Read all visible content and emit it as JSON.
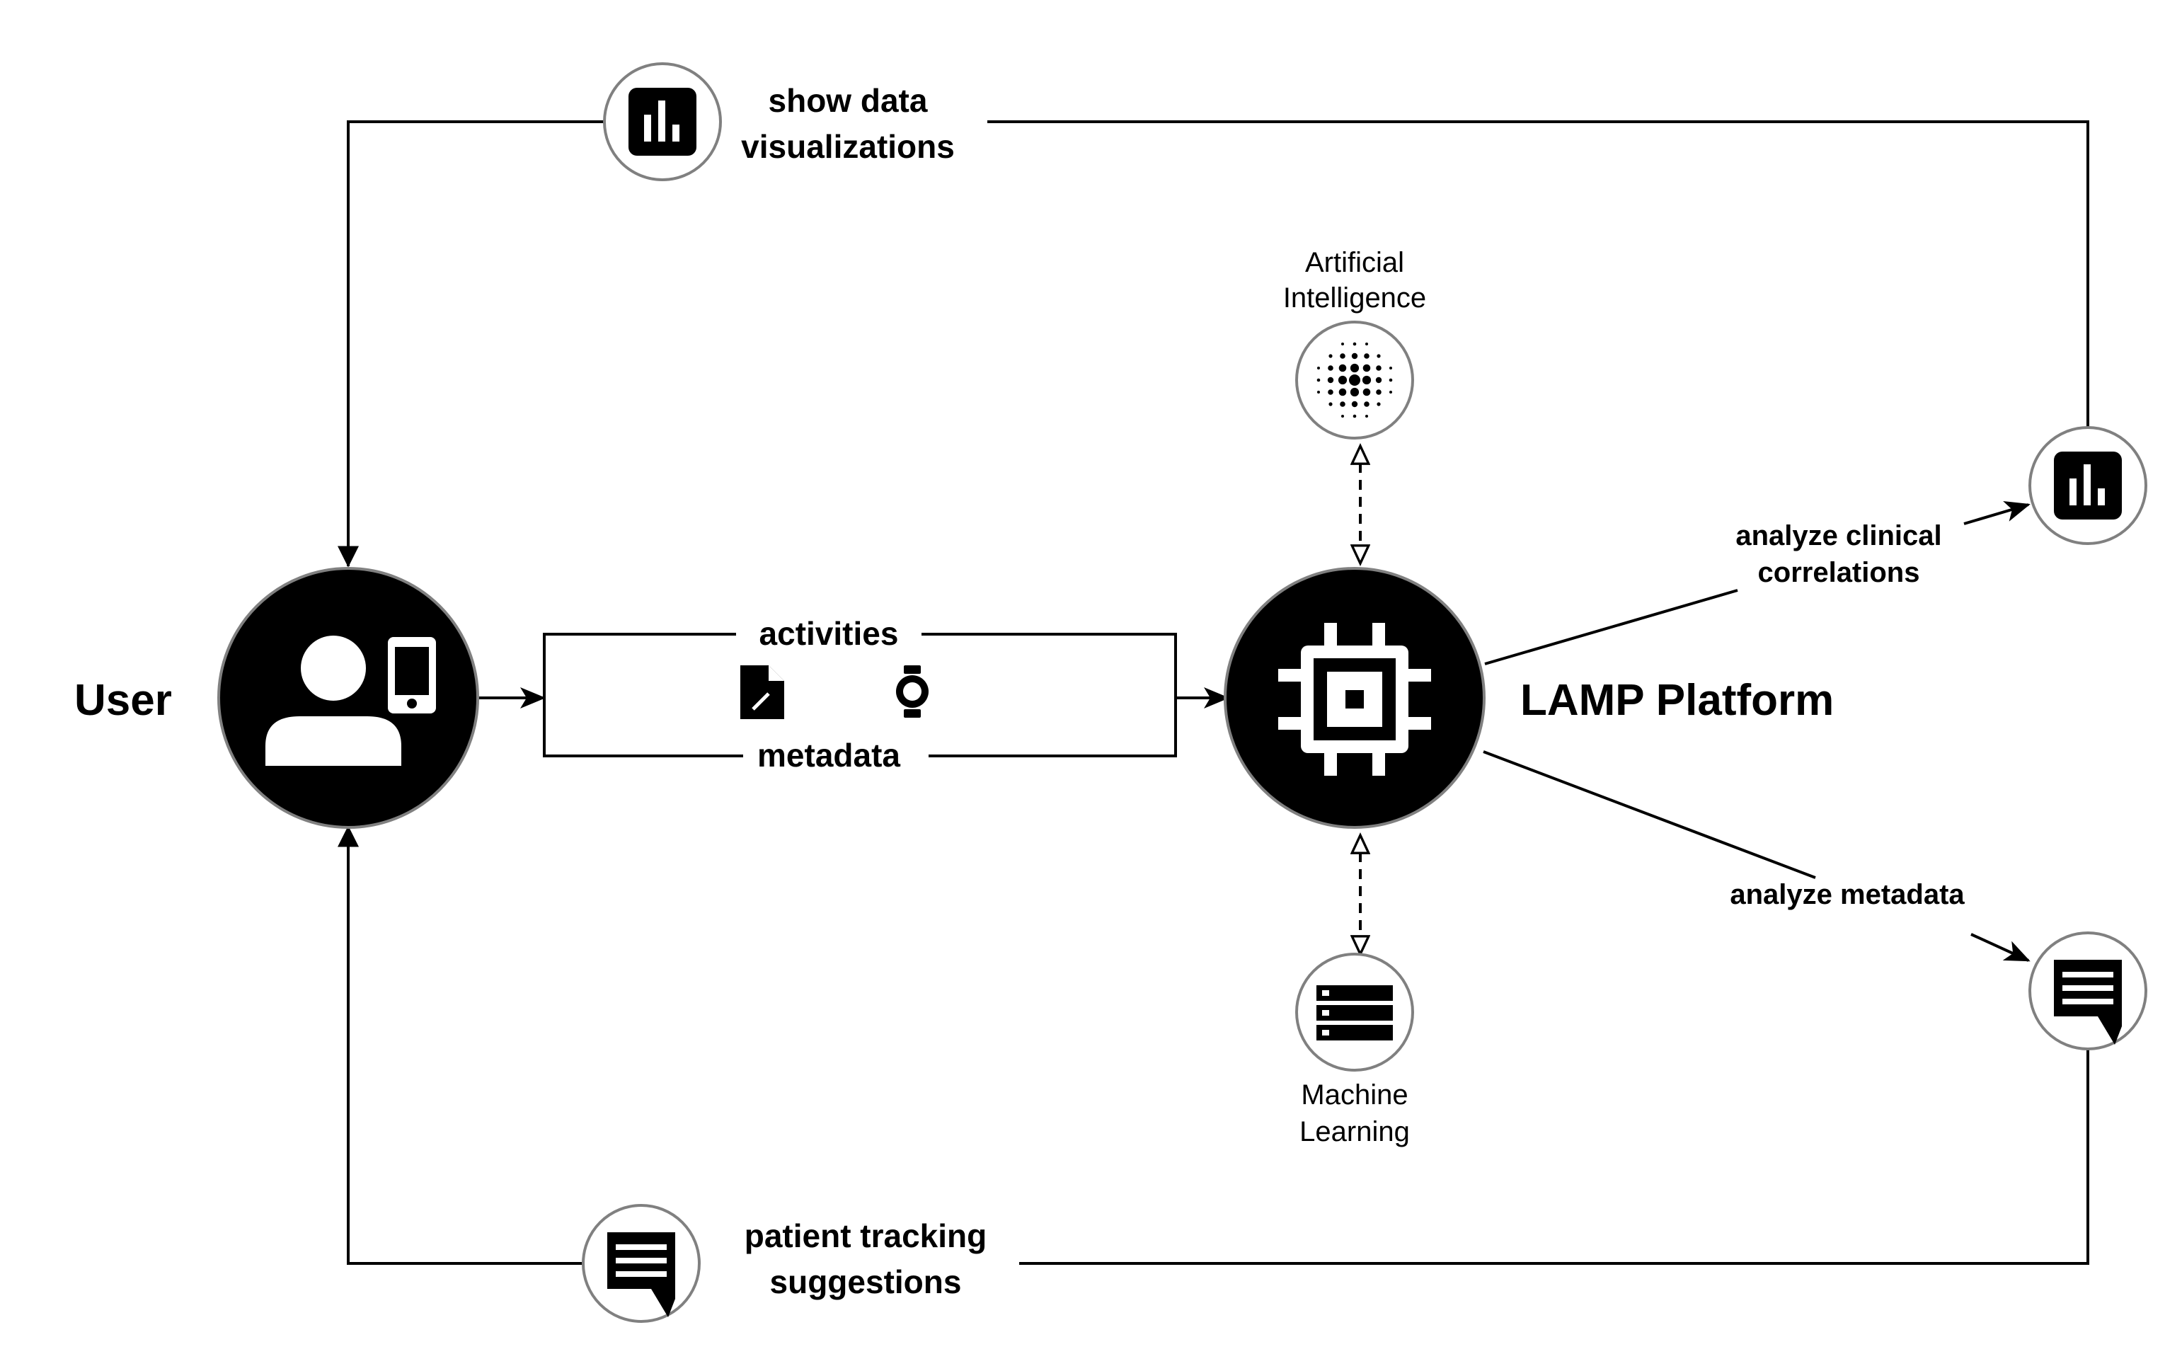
{
  "nodes": {
    "user": {
      "label": "User"
    },
    "platform": {
      "label": "LAMP Platform"
    },
    "ai": {
      "label_line1": "Artificial",
      "label_line2": "Intelligence"
    },
    "ml": {
      "label_line1": "Machine",
      "label_line2": "Learning"
    }
  },
  "edges": {
    "top": {
      "label_line1": "show data",
      "label_line2": "visualizations"
    },
    "bottom": {
      "label_line1": "patient tracking",
      "label_line2": "suggestions"
    },
    "input_top": {
      "label": "activities"
    },
    "input_bottom": {
      "label": "metadata"
    },
    "clinical": {
      "label_line1": "analyze clinical",
      "label_line2": "correlations"
    },
    "meta": {
      "label": "analyze metadata"
    }
  },
  "icons": {
    "user": "user-with-phone-icon",
    "platform": "chip-icon",
    "ai": "dot-sphere-icon",
    "ml": "server-stack-icon",
    "chart": "bar-chart-icon",
    "message": "message-bubble-icon",
    "document": "document-edit-icon",
    "watch": "smartwatch-icon"
  },
  "colors": {
    "fill": "#000000",
    "ring": "#808080",
    "background": "#ffffff"
  }
}
